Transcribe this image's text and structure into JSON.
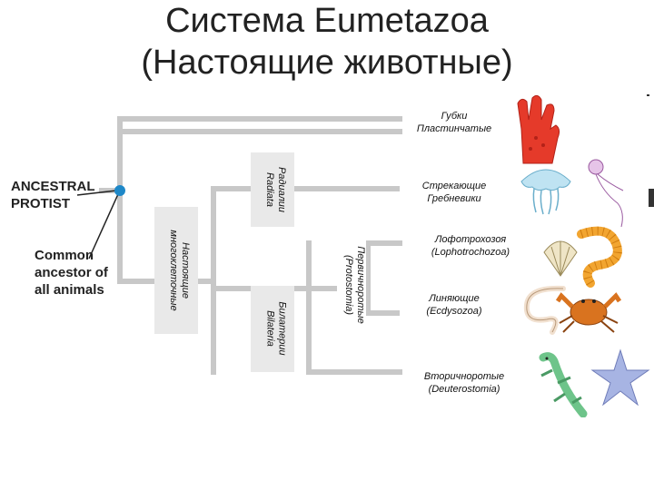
{
  "title": {
    "line1": "Система Eumetazoa",
    "line2": "(Настоящие животные)"
  },
  "root": {
    "ancestral_line1": "ANCESTRAL",
    "ancestral_line2": "PROTIST",
    "common_line1": "Common",
    "common_line2": "ancestor of",
    "common_line3": "all animals"
  },
  "clades": {
    "eumetazoa_line1": "Настоящие",
    "eumetazoa_line2": "многоклеточные",
    "radiata_line1": "Радиалии",
    "radiata_line2": "Radiata",
    "bilateria_line1": "Билатерии",
    "bilateria_line2": "Bilateria",
    "protostomia_line1": "Первичноротые",
    "protostomia_line2": "(Protostomia)"
  },
  "groups": {
    "sponges_line1": "Губки",
    "sponges_line2": "Пластинчатые",
    "cnidaria_line1": "Стрекающие",
    "cnidaria_line2": "Гребневики",
    "lophotrochozoa_line1": "Лофотрохозоя",
    "lophotrochozoa_line2": "(Lophotrochozoa)",
    "ecdysozoa_line1": "Линяющие",
    "ecdysozoa_line2": "(Ecdysozoa)",
    "deuterostomia_line1": "Вторичноротые",
    "deuterostomia_line2": "(Deuterostomia)"
  },
  "icons": [
    "sponge-icon",
    "jellyfish-icon",
    "siphonophore-icon",
    "shell-icon",
    "worm-icon",
    "nematode-icon",
    "crab-icon",
    "salamander-icon",
    "starfish-icon"
  ],
  "colors": {
    "tree_branch": "#c8c8c8",
    "root_node": "#1e88c8",
    "clade_box": "#e9e9e9"
  }
}
